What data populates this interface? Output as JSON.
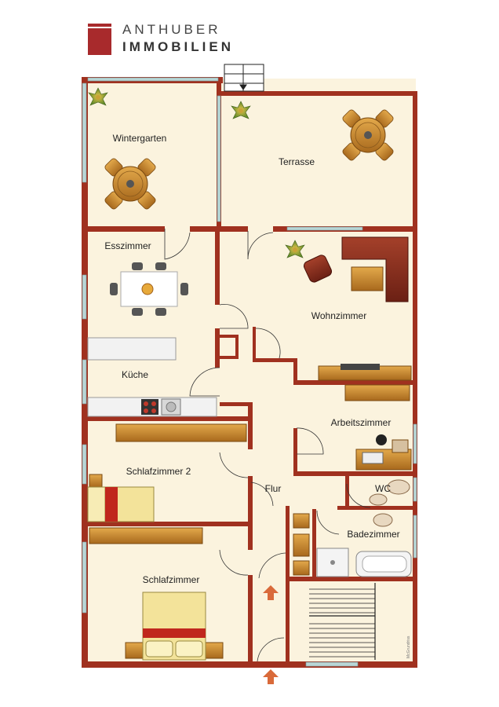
{
  "brand": {
    "line1": "ANTHUBER",
    "line2": "IMMOBILIEN",
    "color": "#a82a2c"
  },
  "rooms": {
    "wintergarten": "Wintergarten",
    "terrasse": "Terrasse",
    "esszimmer": "Esszimmer",
    "wohnzimmer": "Wohnzimmer",
    "kueche": "Küche",
    "arbeitszimmer": "Arbeitszimmer",
    "schlafzimmer2": "Schlafzimmer 2",
    "flur": "Flur",
    "wc": "WC",
    "badezimmer": "Badezimmer",
    "schlafzimmer": "Schlafzimmer"
  },
  "credit": "McGrundriss",
  "colors": {
    "wall": "#a0311f",
    "floor": "#fbf3de",
    "wood": "#c98a2e",
    "window": "#b8d6d6",
    "arrow": "#d96a3a"
  }
}
